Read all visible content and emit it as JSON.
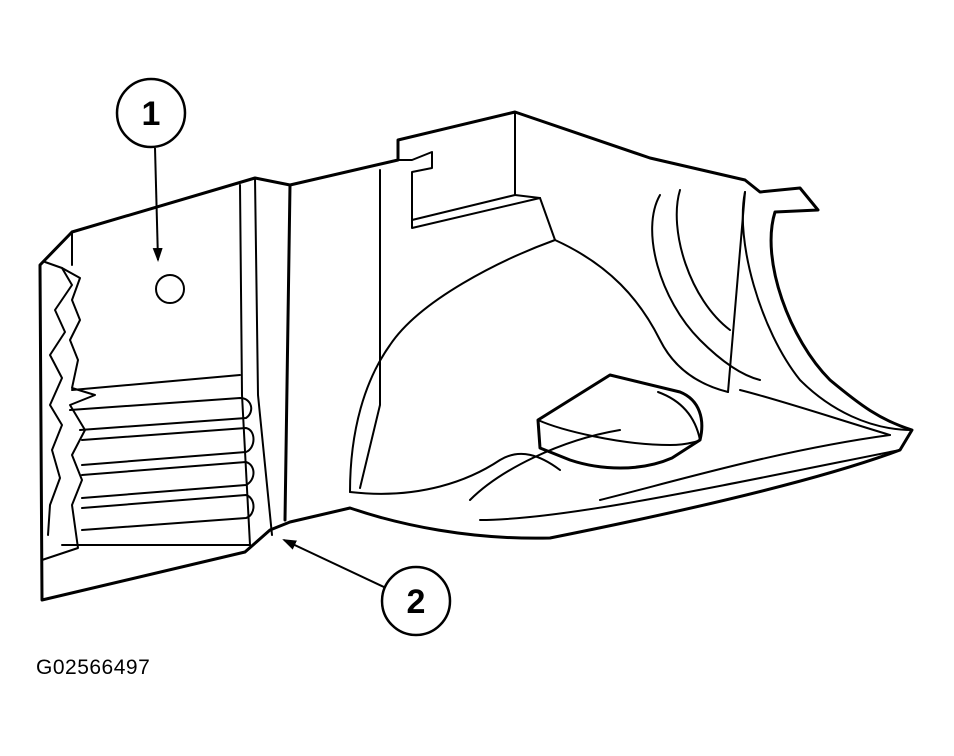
{
  "callouts": [
    {
      "id": "1",
      "label": "1"
    },
    {
      "id": "2",
      "label": "2"
    }
  ],
  "figure_code": "G02566497",
  "colors": {
    "line": "#000000",
    "background": "#ffffff"
  }
}
